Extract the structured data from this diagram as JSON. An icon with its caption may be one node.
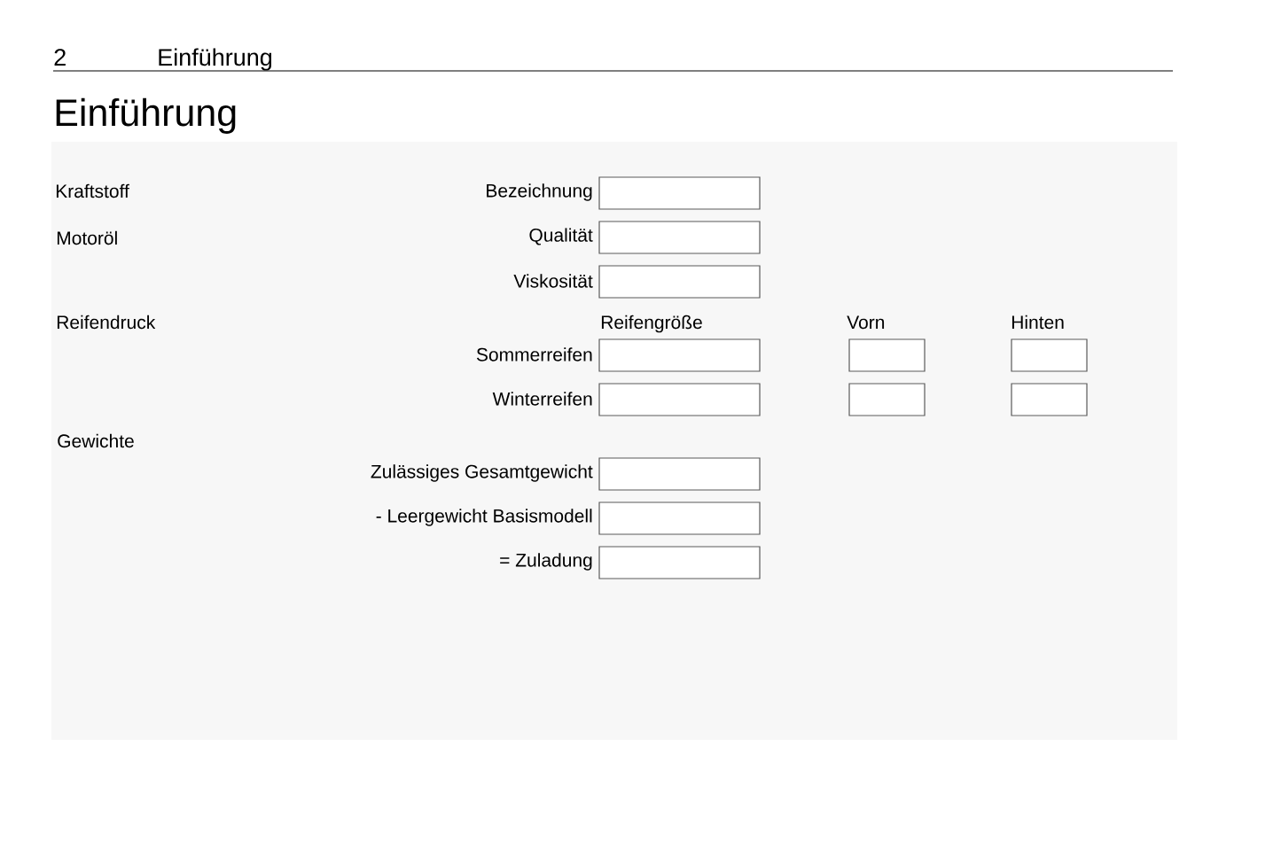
{
  "diagram": {
    "title": "Einführung",
    "nodes": [
      {
        "text": [],
        "shape": "box",
        "beside": [
          "Bezeichnung"
        ]
      },
      {
        "text": [],
        "shape": "box",
        "beside": [
          "Qualität"
        ]
      },
      {
        "text": [],
        "shape": "box",
        "beside": [
          "Viskosität"
        ]
      },
      {
        "text": [],
        "shape": "box",
        "beside": [
          "Sommerreifen"
        ]
      },
      {
        "text": [],
        "shape": "box"
      },
      {
        "text": [],
        "shape": "box"
      },
      {
        "text": [],
        "shape": "box",
        "beside": [
          "Winterreifen"
        ]
      },
      {
        "text": [],
        "shape": "box"
      },
      {
        "text": [],
        "shape": "box"
      },
      {
        "text": [],
        "shape": "box",
        "beside": [
          "Zulässiges Gesamtgewicht"
        ]
      },
      {
        "text": [],
        "shape": "box",
        "beside": [
          "- Leergewicht Basismodell"
        ]
      },
      {
        "text": [],
        "shape": "box",
        "beside": [
          "= Zuladung"
        ]
      }
    ],
    "labels": [
      "2",
      "Einführung",
      "Kraftstoff",
      "Motoröl",
      "Reifendruck",
      "Reifengröße",
      "Vorn",
      "Hinten",
      "Gewichte"
    ]
  }
}
